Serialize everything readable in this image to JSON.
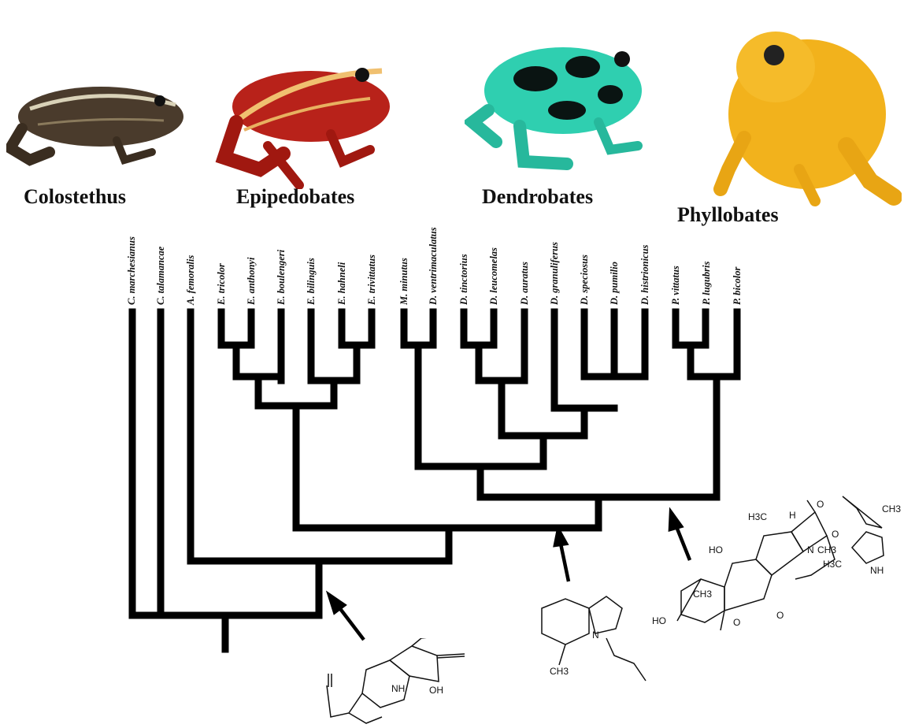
{
  "genera": [
    "Colostethus",
    "Epipedobates",
    "Dendrobates",
    "Phyllobates"
  ],
  "taxa": [
    "C. marchesianus",
    "C. talamancae",
    "A. femoralis",
    "E. tricolor",
    "E. anthonyi",
    "E. boulengeri",
    "E. bilinguis",
    "E. hahneli",
    "E. trivittatus",
    "M. minutus",
    "D. ventrimaculatus",
    "D. tinctorius",
    "D. leucomelas",
    "D. auratus",
    "D. granuliferus",
    "D. speciosus",
    "D. pumilio",
    "D. histrionicus",
    "P. vittatus",
    "P. lugubris",
    "P. bicolor"
  ],
  "frogs": [
    {
      "name": "colostethus-frog",
      "colors": {
        "body": "#4a3b2c",
        "stripe": "#d9d2b8",
        "dark": "#2a221a"
      }
    },
    {
      "name": "epipedobates-frog",
      "colors": {
        "body": "#b8221a",
        "stripe": "#f0c070",
        "dark": "#6a0d08"
      }
    },
    {
      "name": "dendrobates-frog",
      "colors": {
        "body": "#2fcfb0",
        "stripe": "#5de8d0",
        "dark": "#0a1412"
      }
    },
    {
      "name": "phyllobates-frog",
      "colors": {
        "body": "#f2b21c",
        "stripe": "#ffd24a",
        "dark": "#222"
      }
    }
  ],
  "molecule_labels": {
    "histrionicotoxin": [
      "NH",
      "OH"
    ],
    "pumiliotoxin": [
      "N",
      "CH3"
    ],
    "batrachotoxin": [
      "H3C",
      "H",
      "O",
      "O",
      "CH3",
      "HO",
      "N",
      "CH3",
      "CH3",
      "H3C",
      "NH",
      "O",
      "HO",
      "O"
    ]
  },
  "colors": {
    "tree": "#000000",
    "arrow": "#000000",
    "text": "#111111"
  }
}
